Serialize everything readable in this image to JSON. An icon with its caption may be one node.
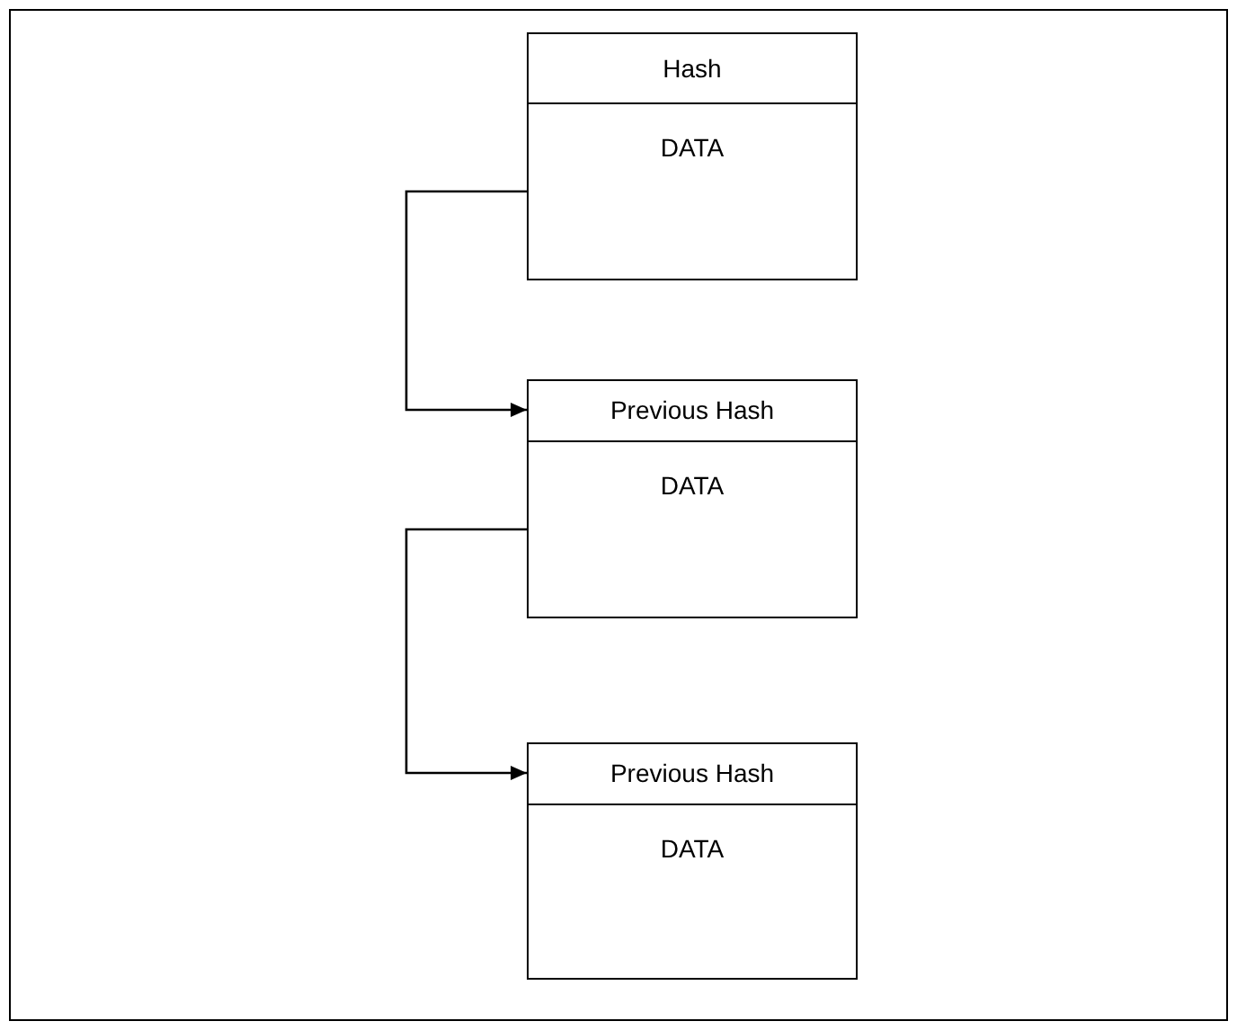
{
  "diagram": {
    "nodes": [
      {
        "text": [
          "Hash",
          "DATA"
        ]
      },
      {
        "text": [
          "Previous Hash",
          "DATA"
        ]
      },
      {
        "text": [
          "Previous Hash",
          "DATA"
        ]
      }
    ],
    "edges": [
      {
        "from": 0,
        "to": 1,
        "arrow": "to"
      },
      {
        "from": 1,
        "to": 2,
        "arrow": "to"
      }
    ]
  }
}
